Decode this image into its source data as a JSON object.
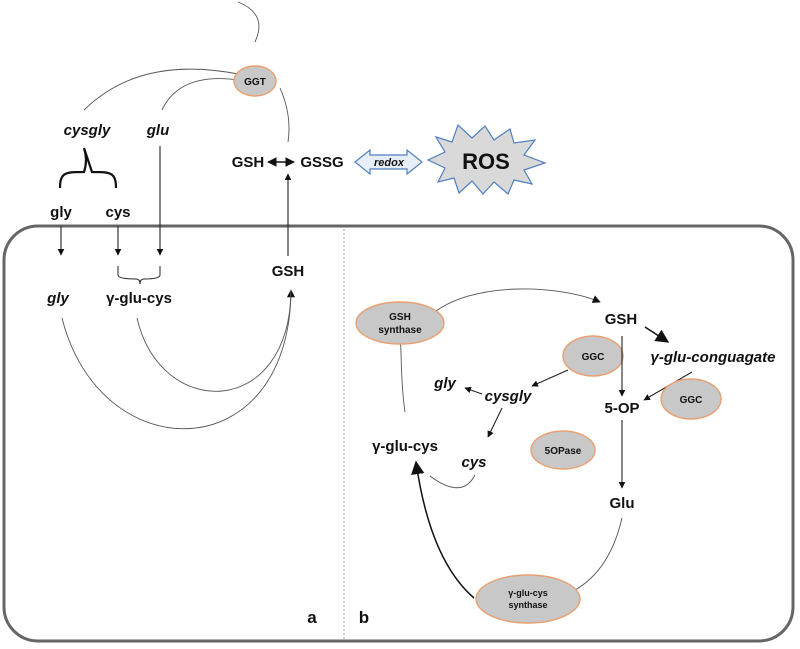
{
  "nodes": {
    "cysgly_top": "cysgly",
    "glu_top": "glu",
    "gly_top": "gly",
    "cys_top": "cys",
    "gsh_outer": "GSH",
    "gssg": "GSSG",
    "redox": "redox",
    "ros": "ROS",
    "gly_a": "gly",
    "gglucys_a": "γ-glu-cys",
    "gsh_a": "GSH",
    "gsh_b": "GSH",
    "conjugate_b": "γ-glu-conguagate",
    "gly_b": "gly",
    "cysgly_b": "cysgly",
    "op_b": "5-OP",
    "gglucys_b": "γ-glu-cys",
    "cys_b": "cys",
    "glu_b": "Glu"
  },
  "enzymes": {
    "ggt": "GGT",
    "gsh_synthase_1": "GSH",
    "gsh_synthase_2": "synthase",
    "ggc_1": "GGC",
    "ggc_2": "GGC",
    "opase": "5OPase",
    "gglucys_synthase_1": "γ-glu-cys",
    "gglucys_synthase_2": "synthase"
  },
  "panels": {
    "a": "a",
    "b": "b"
  },
  "colors": {
    "enzyme_fill": "#c8c8c8",
    "enzyme_stroke": "#e8a070",
    "ros_fill": "#d9d9d9",
    "ros_stroke": "#4f7fbf",
    "redox_fill": "#e6eef8",
    "redox_stroke": "#4f7fbf",
    "cell_stroke": "#666666"
  }
}
